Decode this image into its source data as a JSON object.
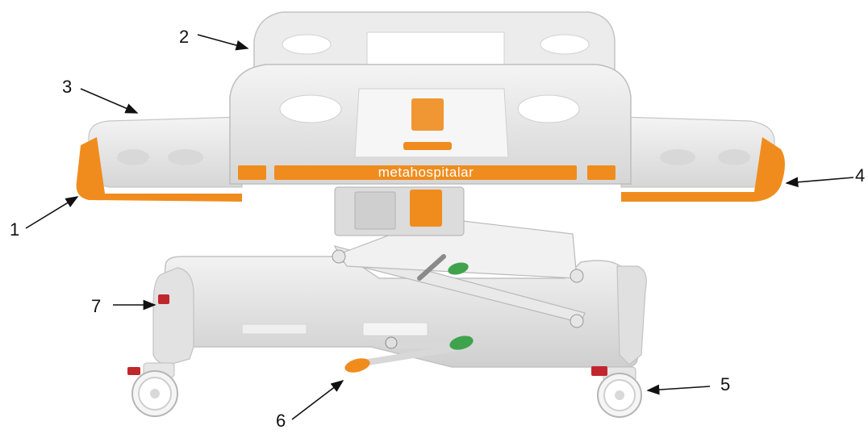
{
  "brand": {
    "name": "metahospitalar"
  },
  "colors": {
    "accent": "#f08c1e",
    "body": "#e8e8e8",
    "body_shade": "#cfcfcf",
    "pedal_green": "#3fa34d",
    "pedal_red": "#c0272d",
    "arrow": "#111111"
  },
  "callouts": [
    {
      "id": "1",
      "label": "1"
    },
    {
      "id": "2",
      "label": "2"
    },
    {
      "id": "3",
      "label": "3"
    },
    {
      "id": "4",
      "label": "4"
    },
    {
      "id": "5",
      "label": "5"
    },
    {
      "id": "6",
      "label": "6"
    },
    {
      "id": "7",
      "label": "7"
    }
  ]
}
